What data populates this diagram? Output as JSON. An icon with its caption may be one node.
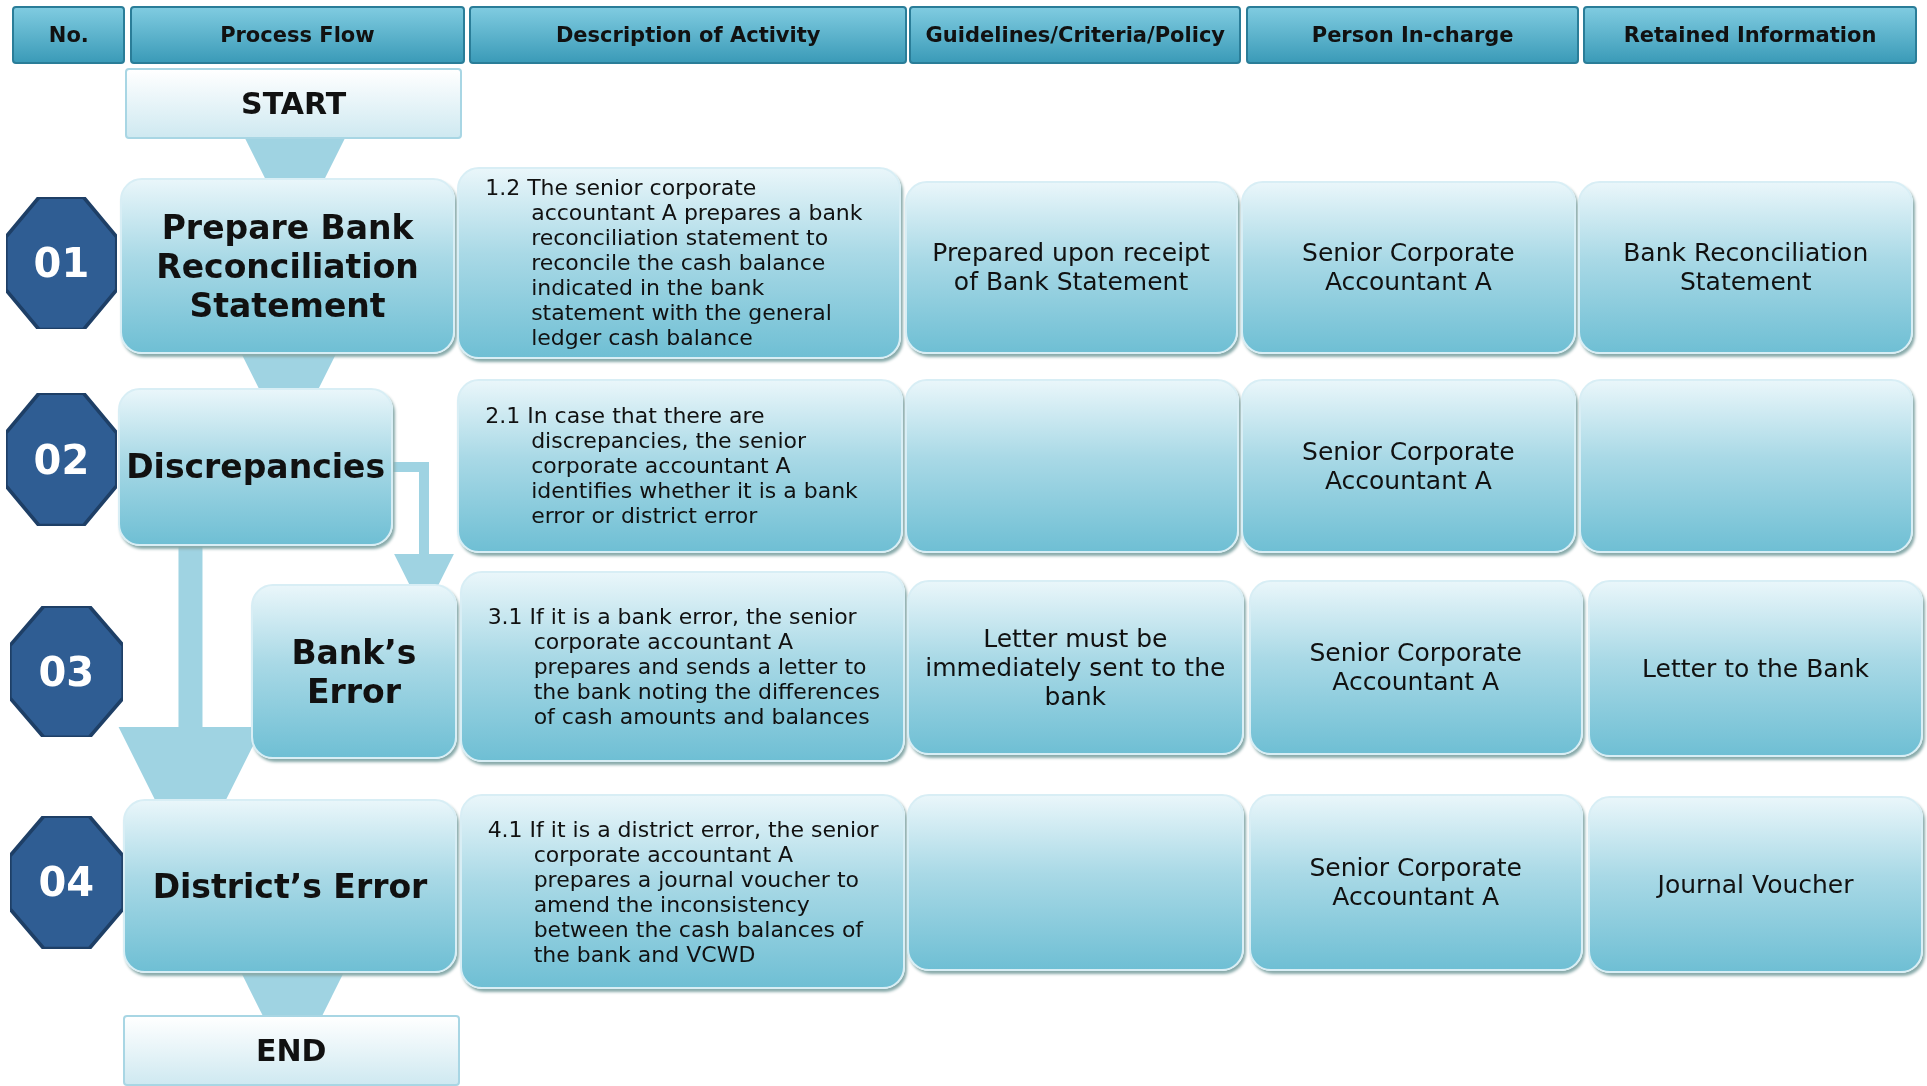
{
  "diagram": {
    "nodes": [
      {
        "text": [
          "No."
        ]
      },
      {
        "text": [
          "Process Flow"
        ]
      },
      {
        "text": [
          "Description of Activity"
        ]
      },
      {
        "text": [
          "Guidelines/Criteria/Policy"
        ]
      },
      {
        "text": [
          "Person In-charge"
        ]
      },
      {
        "text": [
          "Retained Information"
        ]
      },
      {
        "text": [
          "START"
        ]
      },
      {
        "text": [
          "01"
        ]
      },
      {
        "text": [
          "Prepare Bank Reconciliation Statement"
        ]
      },
      {
        "text": [
          "1.2 The senior corporate accountant A prepares a bank reconciliation statement to reconcile the cash balance indicated in the bank statement with the general ledger cash balance"
        ]
      },
      {
        "text": [
          "Prepared upon receipt of Bank Statement"
        ]
      },
      {
        "text": [
          "Senior Corporate Accountant A"
        ]
      },
      {
        "text": [
          "Bank Reconciliation Statement"
        ]
      },
      {
        "text": [
          "02"
        ]
      },
      {
        "text": [
          "Discrepancies"
        ]
      },
      {
        "text": [
          "2.1 In case that there are discrepancies, the senior corporate accountant A identifies whether it is a bank error or district error"
        ]
      },
      {
        "text": [],
        "shape": "box"
      },
      {
        "text": [
          "Senior Corporate Accountant A"
        ]
      },
      {
        "text": [],
        "shape": "box"
      },
      {
        "text": [
          "03"
        ]
      },
      {
        "text": [
          "Bank’s Error"
        ]
      },
      {
        "text": [
          "3.1 If it is a bank error, the senior corporate accountant A prepares and sends a letter to the bank noting the differences of cash amounts and balances"
        ]
      },
      {
        "text": [
          "Letter must be immediately sent to the bank"
        ]
      },
      {
        "text": [
          "Senior Corporate Accountant A"
        ]
      },
      {
        "text": [
          "Letter to the Bank"
        ]
      },
      {
        "text": [
          "04"
        ]
      },
      {
        "text": [
          "District’s Error"
        ]
      },
      {
        "text": [
          "4.1 If it is a district error, the senior corporate accountant A prepares a journal voucher to amend the inconsistency between the cash balances of the bank and VCWD"
        ]
      },
      {
        "text": [],
        "shape": "box"
      },
      {
        "text": [
          "Senior Corporate Accountant A"
        ]
      },
      {
        "text": [
          "Journal Voucher"
        ]
      },
      {
        "text": [
          "END"
        ]
      }
    ],
    "edges": [
      {
        "from": 6,
        "to": 8,
        "arrow": "to"
      },
      {
        "from": 8,
        "to": 14,
        "arrow": "to"
      },
      {
        "from": 14,
        "to": 20,
        "arrow": "to"
      },
      {
        "from": 14,
        "to": 26,
        "arrow": "to"
      },
      {
        "from": 26,
        "to": 31,
        "arrow": "to"
      }
    ]
  }
}
